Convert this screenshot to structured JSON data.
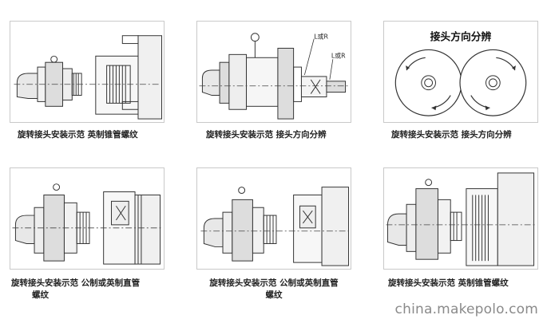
{
  "panels": [
    {
      "caption_line1": "旋转接头安装示范 英制锥管螺纹",
      "caption_line2": ""
    },
    {
      "caption_line1": "旋转接头安装示范 接头方向分辨",
      "caption_line2": "",
      "label_top": "L或R",
      "label_bottom": "L或R"
    },
    {
      "caption_line1": "旋转接头安装示范 接头方向分辨",
      "caption_line2": "",
      "inner_title": "接头方向分辨"
    },
    {
      "caption_line1": "旋转接头安装示范 公制或英制直管",
      "caption_line2": "螺纹"
    },
    {
      "caption_line1": "旋转接头安装示范 公制或英制直管",
      "caption_line2": "螺纹"
    },
    {
      "caption_line1": "旋转接头安装示范 英制锥管螺纹",
      "caption_line2": ""
    }
  ],
  "watermark": "china.makepolo.com"
}
